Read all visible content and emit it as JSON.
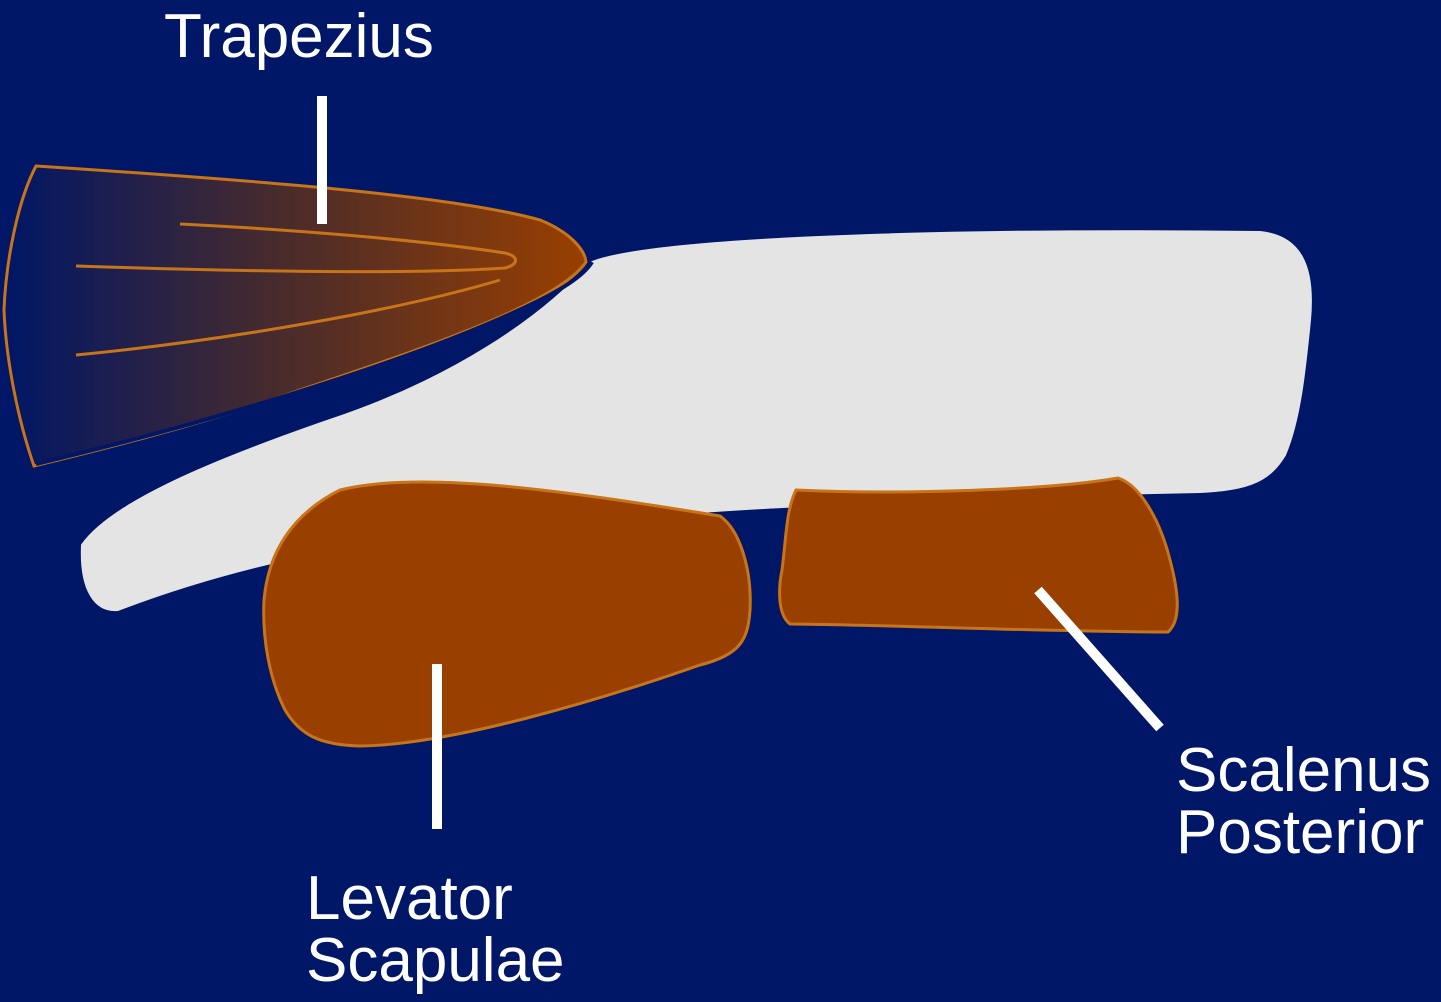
{
  "colors": {
    "background": "#001666",
    "muscle_fill": "#993f00",
    "muscle_outline": "#c87418",
    "bone_fill": "#e4e4e4",
    "leader_line": "#ffffff",
    "label_text": "#ffffff"
  },
  "labels": {
    "trapezius": "Trapezius",
    "levator_scapulae": [
      "Levator",
      "Scapulae"
    ],
    "scalenus_posterior": [
      "Scalenus",
      "Posterior"
    ]
  }
}
